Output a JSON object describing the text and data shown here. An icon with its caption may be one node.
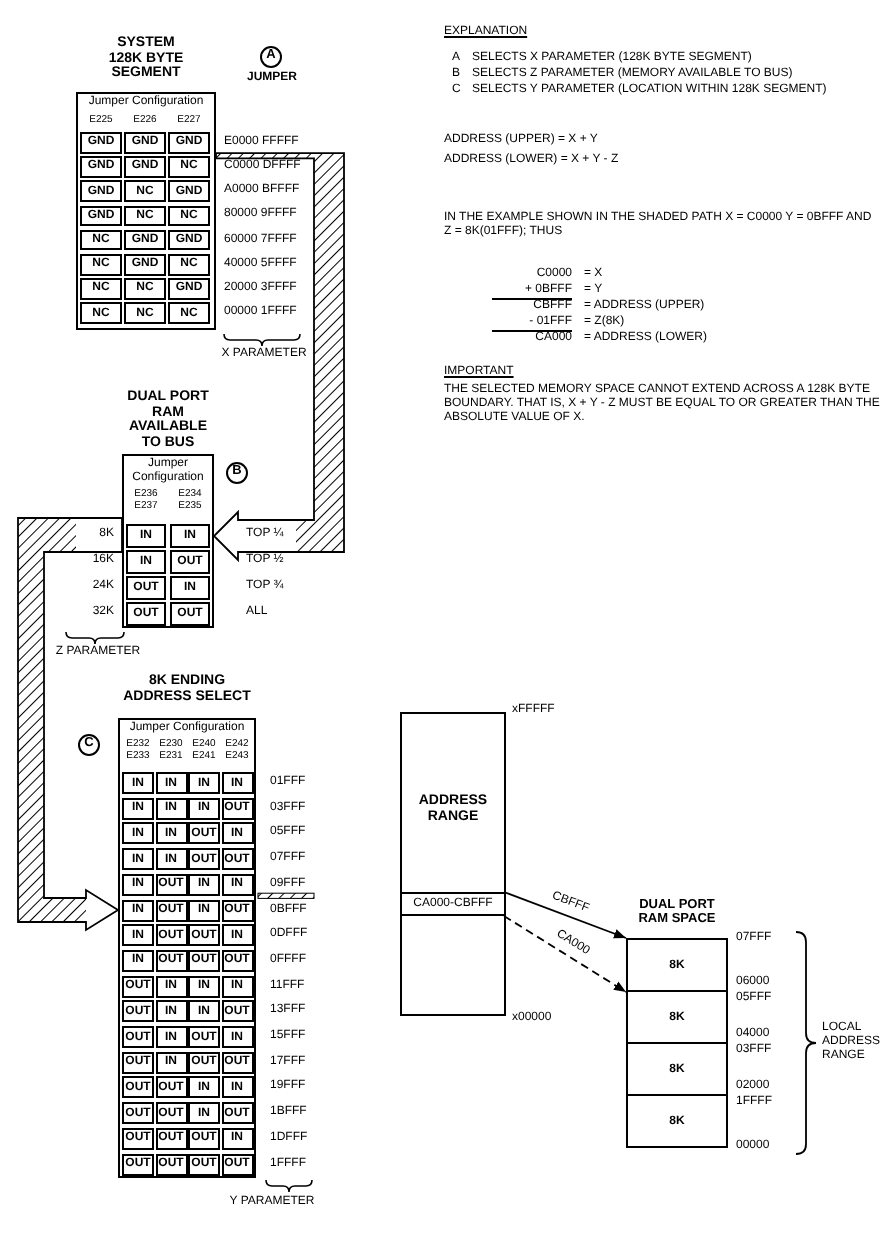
{
  "diagram": {
    "nodes": [
      {
        "text": [
          "SYSTEM 128K BYTE SEGMENT"
        ]
      },
      {
        "text": [
          "A"
        ],
        "beside": [
          "JUMPER"
        ]
      },
      {
        "text": [
          "DUAL PORT RAM AVAILABLE TO BUS"
        ]
      },
      {
        "text": [
          "B"
        ]
      },
      {
        "text": [
          "8K ENDING ADDRESS SELECT"
        ]
      },
      {
        "text": [
          "C"
        ]
      },
      {
        "text": [
          "ADDRESS RANGE"
        ],
        "beside": [
          "xFFFFF",
          "x00000"
        ]
      },
      {
        "text": [
          "CA000-CBFFF"
        ],
        "in": 6
      },
      {
        "text": [
          "DUAL PORT RAM SPACE"
        ]
      },
      {
        "text": [
          "8K"
        ],
        "in": 8
      },
      {
        "text": [
          "8K"
        ],
        "in": 8
      },
      {
        "text": [
          "8K"
        ],
        "in": 8
      },
      {
        "text": [
          "8K"
        ],
        "in": 8
      }
    ],
    "edges": [
      {
        "from": 0,
        "to": 2,
        "arrow": "to",
        "style": "thick"
      },
      {
        "from": 2,
        "to": 4,
        "arrow": "to",
        "style": "thick"
      },
      {
        "from": 7,
        "to": 9,
        "arrow": "to",
        "label": "CBFFF"
      },
      {
        "from": 7,
        "to": 9,
        "arrow": "to",
        "label": "CA000",
        "style": "dashed"
      }
    ],
    "labels": [
      "EXPLANATION",
      "A",
      "SELECTS X PARAMETER (128K BYTE SEGMENT)",
      "B",
      "SELECTS Z PARAMETER (MEMORY AVAILABLE TO BUS)",
      "C",
      "SELECTS Y PARAMETER (LOCATION WITHIN 128K SEGMENT)",
      "ADDRESS (UPPER) = X + Y",
      "ADDRESS (LOWER) = X + Y - Z",
      "IN THE EXAMPLE SHOWN IN THE SHADED PATH X = C0000 Y = 0BFFF AND Z = 8K(01FFF); THUS",
      "C0000",
      "= X",
      "+ 0BFFF",
      "= Y",
      "CBFFF",
      "= ADDRESS (UPPER)",
      "- 01FFF",
      "= Z(8K)",
      "CA000",
      "= ADDRESS (LOWER)",
      "IMPORTANT",
      "THE SELECTED MEMORY SPACE CANNOT EXTEND ACROSS A 128K BYTE BOUNDARY. THAT IS, X + Y - Z MUST BE EQUAL TO OR GREATER THAN THE ABSOLUTE VALUE OF X.",
      "Jumper Configuration",
      "E225",
      "E226",
      "E227",
      "GND",
      "GND",
      "GND",
      "E0000 FFFFF",
      "GND",
      "GND",
      "NC",
      "C0000 DFFFF",
      "GND",
      "NC",
      "GND",
      "A0000 BFFFF",
      "GND",
      "NC",
      "NC",
      "80000 9FFFF",
      "NC",
      "GND",
      "GND",
      "60000 7FFFF",
      "NC",
      "GND",
      "NC",
      "40000 5FFFF",
      "NC",
      "NC",
      "GND",
      "20000 3FFFF",
      "NC",
      "NC",
      "NC",
      "00000 1FFFF",
      "X PARAMETER",
      "Jumper Configuration",
      "E236 E237",
      "E234 E235",
      "8K",
      "IN",
      "IN",
      "TOP ¼",
      "16K",
      "IN",
      "OUT",
      "TOP ½",
      "24K",
      "OUT",
      "IN",
      "TOP ¾",
      "32K",
      "OUT",
      "OUT",
      "ALL",
      "Z PARAMETER",
      "Jumper Configuration",
      "E232 E233",
      "E230 E231",
      "E240 E241",
      "E242 E243",
      "IN",
      "IN",
      "IN",
      "IN",
      "01FFF",
      "IN",
      "IN",
      "IN",
      "OUT",
      "03FFF",
      "IN",
      "IN",
      "OUT",
      "IN",
      "05FFF",
      "IN",
      "IN",
      "OUT",
      "OUT",
      "07FFF",
      "IN",
      "OUT",
      "IN",
      "IN",
      "09FFF",
      "IN",
      "OUT",
      "IN",
      "OUT",
      "0BFFF",
      "IN",
      "OUT",
      "OUT",
      "IN",
      "0DFFF",
      "IN",
      "OUT",
      "OUT",
      "OUT",
      "0FFFF",
      "OUT",
      "IN",
      "IN",
      "IN",
      "11FFF",
      "OUT",
      "IN",
      "IN",
      "OUT",
      "13FFF",
      "OUT",
      "IN",
      "OUT",
      "IN",
      "15FFF",
      "OUT",
      "IN",
      "OUT",
      "OUT",
      "17FFF",
      "OUT",
      "OUT",
      "IN",
      "IN",
      "19FFF",
      "OUT",
      "OUT",
      "IN",
      "OUT",
      "1BFFF",
      "OUT",
      "OUT",
      "OUT",
      "IN",
      "1DFFF",
      "OUT",
      "OUT",
      "OUT",
      "OUT",
      "1FFFF",
      "Y PARAMETER",
      "07FFF",
      "06000",
      "05FFF",
      "04000",
      "03FFF",
      "02000",
      "1FFFF",
      "00000",
      "LOCAL ADDRESS RANGE"
    ]
  }
}
